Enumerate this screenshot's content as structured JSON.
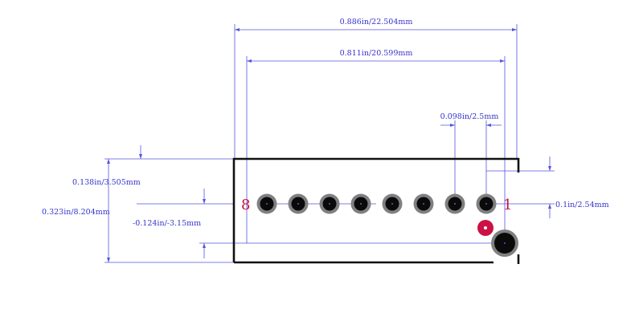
{
  "dimensions": {
    "overall_width": "0.886in/22.504mm",
    "pin_span": "0.811in/20.599mm",
    "pitch_clearance": "0.098in/2.5mm",
    "edge_to_row": "0.138in/3.505mm",
    "overall_height": "0.323in/8.204mm",
    "row_offset": "-0.124in/-3.15mm",
    "pin_pitch": "0.1in/2.54mm"
  },
  "pins": {
    "first_label": "1",
    "last_label": "8",
    "count": 8
  },
  "colors": {
    "dimension": "#3333cc",
    "outline": "#111111",
    "pin_ring": "#808080",
    "pin_core": "#0a0a0a",
    "pin1_marker": "#cc1144"
  }
}
